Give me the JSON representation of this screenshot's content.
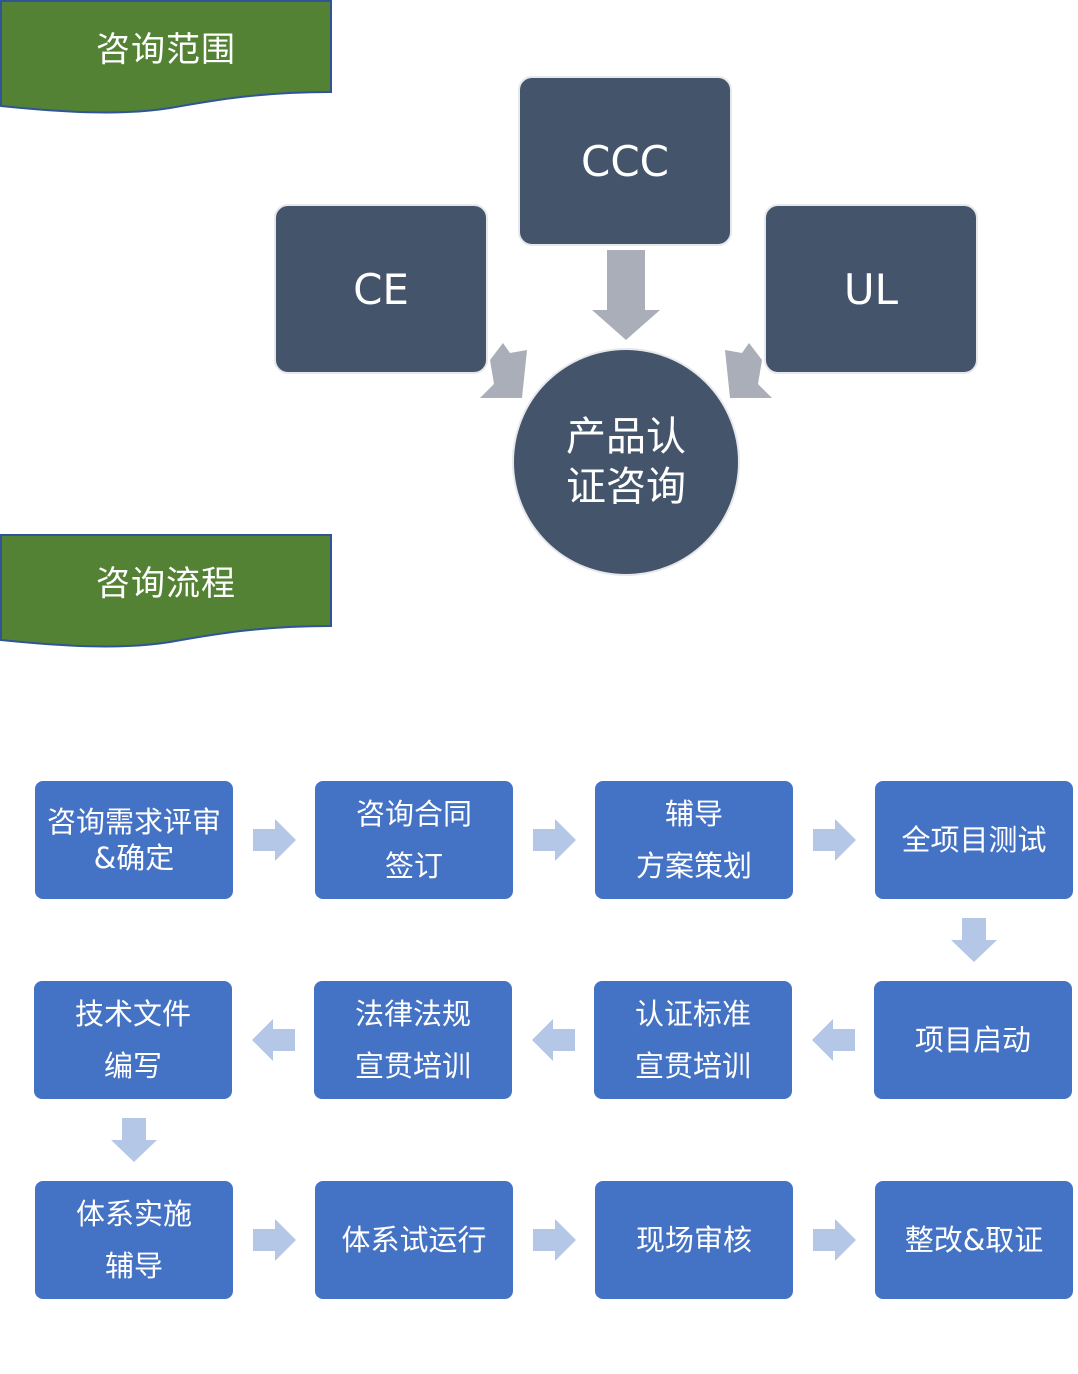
{
  "sections": {
    "scope_title": "咨询范围",
    "process_title": "咨询流程"
  },
  "scope": {
    "top": "CCC",
    "left": "CE",
    "right": "UL",
    "center": "产品认证咨询"
  },
  "steps": [
    {
      "line1": "咨询需求评审",
      "line2": "&确定"
    },
    {
      "line1": "咨询合同",
      "line2": "签订"
    },
    {
      "line1": "辅导",
      "line2": "方案策划"
    },
    {
      "line1": "全项目测试",
      "line2": ""
    },
    {
      "line1": "项目启动",
      "line2": ""
    },
    {
      "line1": "认证标准",
      "line2": "宣贯培训"
    },
    {
      "line1": "法律法规",
      "line2": "宣贯培训"
    },
    {
      "line1": "技术文件",
      "line2": "编写"
    },
    {
      "line1": "体系实施",
      "line2": "辅导"
    },
    {
      "line1": "体系试运行",
      "line2": ""
    },
    {
      "line1": "现场审核",
      "line2": ""
    },
    {
      "line1": "整改&取证",
      "line2": ""
    }
  ],
  "colors": {
    "banner": "#548235",
    "dark_box": "#44546a",
    "step": "#4472c4",
    "arrow_gray": "#a9aeb8",
    "arrow_blue": "#b4c7e7"
  }
}
